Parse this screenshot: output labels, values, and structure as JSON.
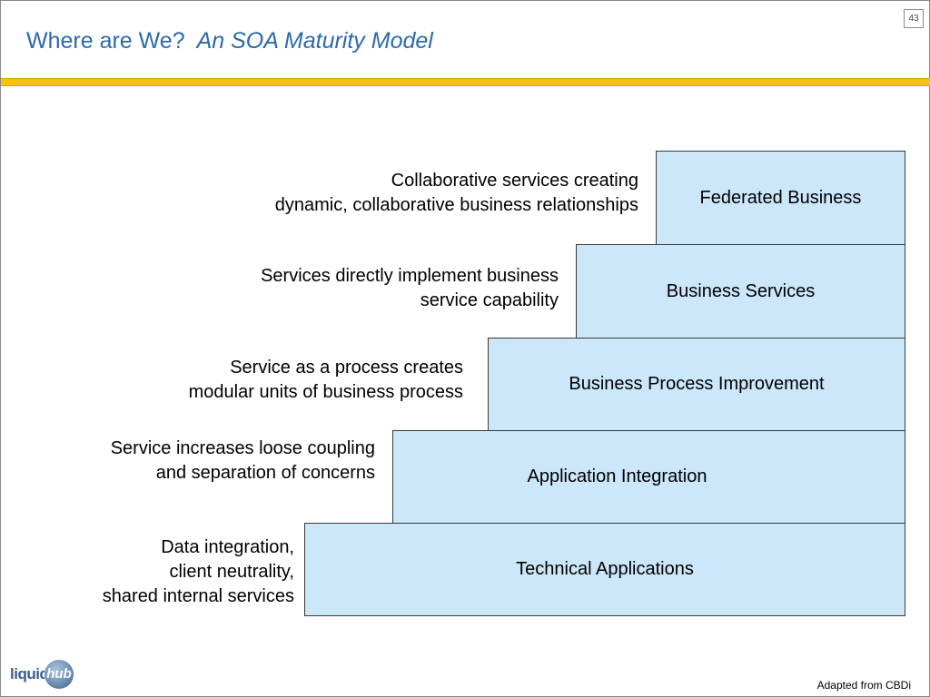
{
  "header": {
    "title_main": "Where are We?",
    "title_sub": "An SOA Maturity Model",
    "page_number": "43"
  },
  "steps": [
    {
      "label": "Federated Business",
      "description": [
        "Collaborative services creating",
        "dynamic, collaborative business relationships"
      ]
    },
    {
      "label": "Business Services",
      "description": [
        "Services directly implement business",
        "service capability"
      ]
    },
    {
      "label": "Business Process Improvement",
      "description": [
        "Service as a process creates",
        "modular units of business process"
      ]
    },
    {
      "label": "Application Integration",
      "description": [
        "Service increases loose coupling",
        "and separation of concerns"
      ]
    },
    {
      "label": "Technical Applications",
      "description": [
        "Data integration,",
        "client neutrality,",
        "shared internal services"
      ]
    }
  ],
  "footer": {
    "logo_text_1": "liquid",
    "logo_text_2": "hub",
    "credit": "Adapted from CBDi"
  },
  "colors": {
    "title": "#2d6aa8",
    "band": "#f5c211",
    "step_fill": "#cce6fa",
    "step_border": "#3a3a3a"
  }
}
